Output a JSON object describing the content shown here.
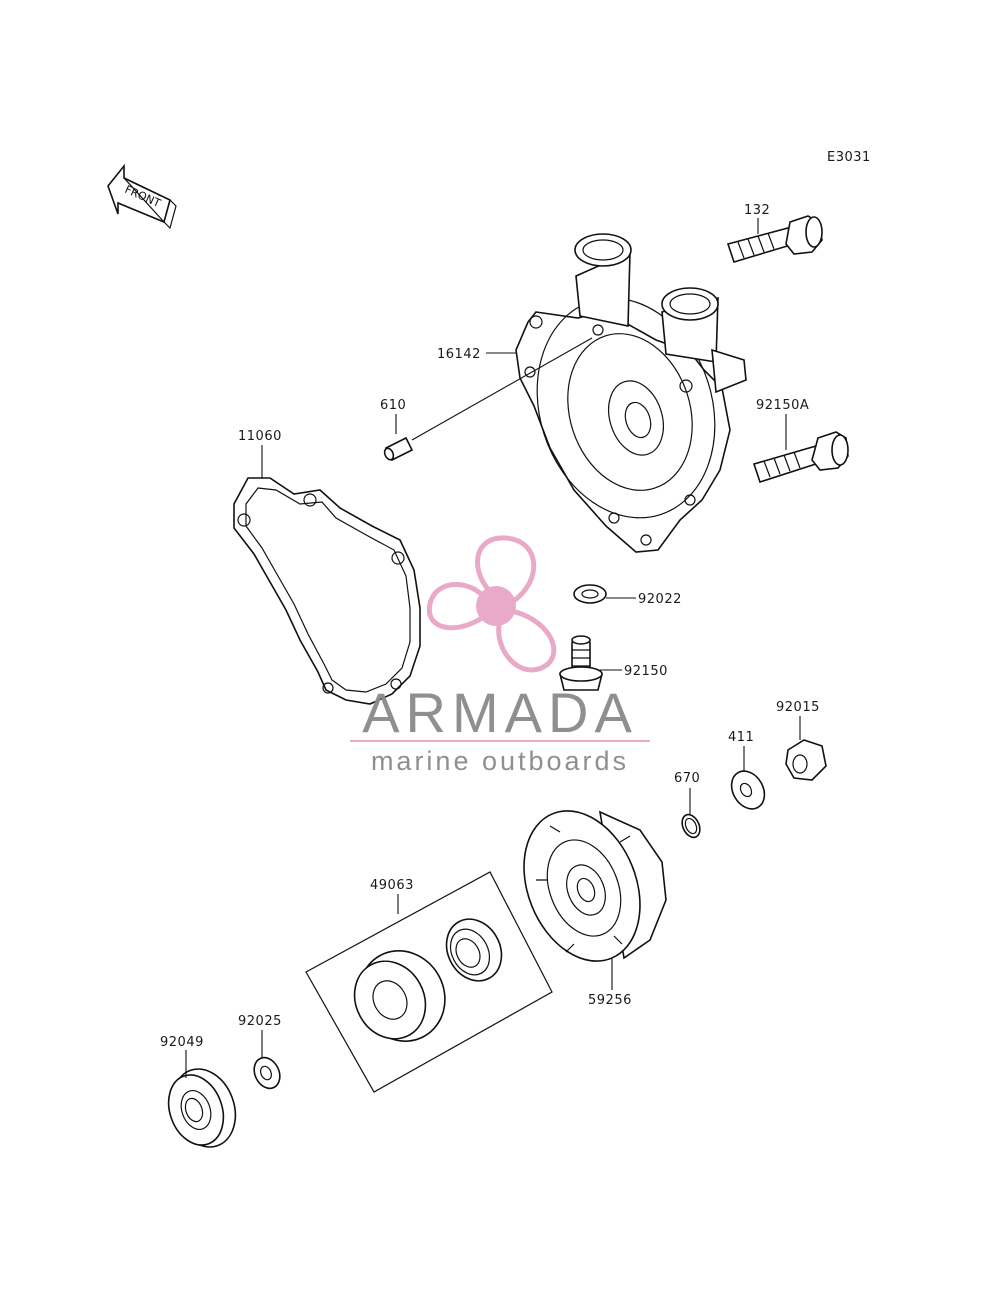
{
  "diagram": {
    "code": "E3031",
    "front_label": "FRONT",
    "callouts": {
      "p132": "132",
      "p16142": "16142",
      "p610": "610",
      "p92150a": "92150A",
      "p11060": "11060",
      "p92022": "92022",
      "p92150": "92150",
      "p92015": "92015",
      "p411": "411",
      "p670": "670",
      "p49063": "49063",
      "p59256": "59256",
      "p92025": "92025",
      "p92049": "92049"
    }
  },
  "watermark": {
    "brand": "ARMADA",
    "tagline": "marine outboards",
    "pink": "#e8a6c8",
    "gray": "#8a8a8a"
  }
}
